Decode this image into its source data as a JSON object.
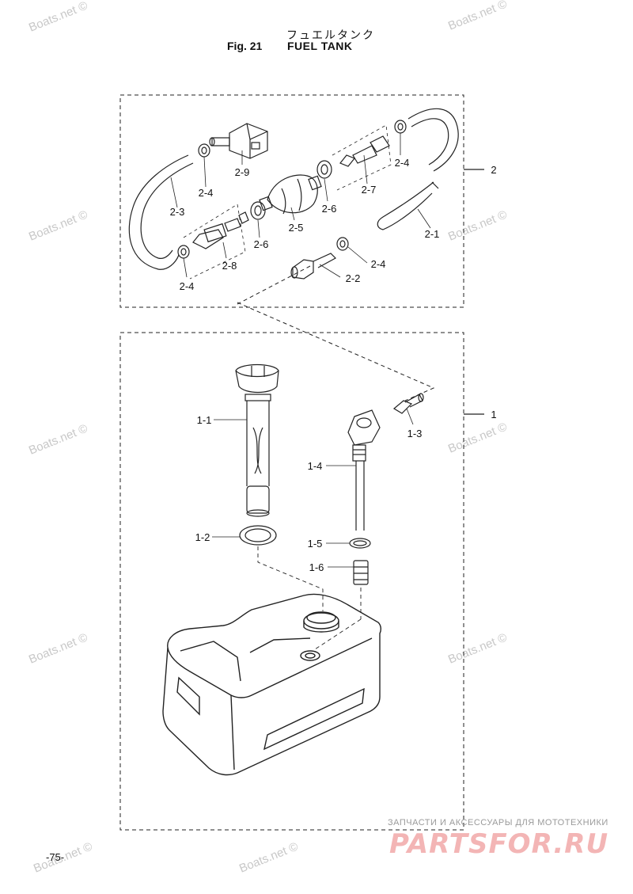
{
  "header": {
    "title_jp": "フュエルタンク",
    "fig_label": "Fig. 21",
    "title": "FUEL TANK"
  },
  "watermark": "Boats.net ©",
  "groups": {
    "hose_assembly": "2",
    "tank_assembly": "1"
  },
  "callouts": {
    "p2_9": "2-9",
    "p2_4a": "2-4",
    "p2_3": "2-3",
    "p2_4b": "2-4",
    "p2_8": "2-8",
    "p2_6a": "2-6",
    "p2_5": "2-5",
    "p2_6b": "2-6",
    "p2_7": "2-7",
    "p2_4c": "2-4",
    "p2_1": "2-1",
    "p2_4d": "2-4",
    "p2_2": "2-2",
    "p1_1": "1-1",
    "p1_2": "1-2",
    "p1_3": "1-3",
    "p1_4": "1-4",
    "p1_5": "1-5",
    "p1_6": "1-6"
  },
  "footer": {
    "page_number": "-75-",
    "brand_tagline": "ЗАПЧАСТИ И АКСЕССУАРЫ ДЛЯ МОТОТЕХНИКИ",
    "brand_name": "PARTSFOR.RU"
  }
}
